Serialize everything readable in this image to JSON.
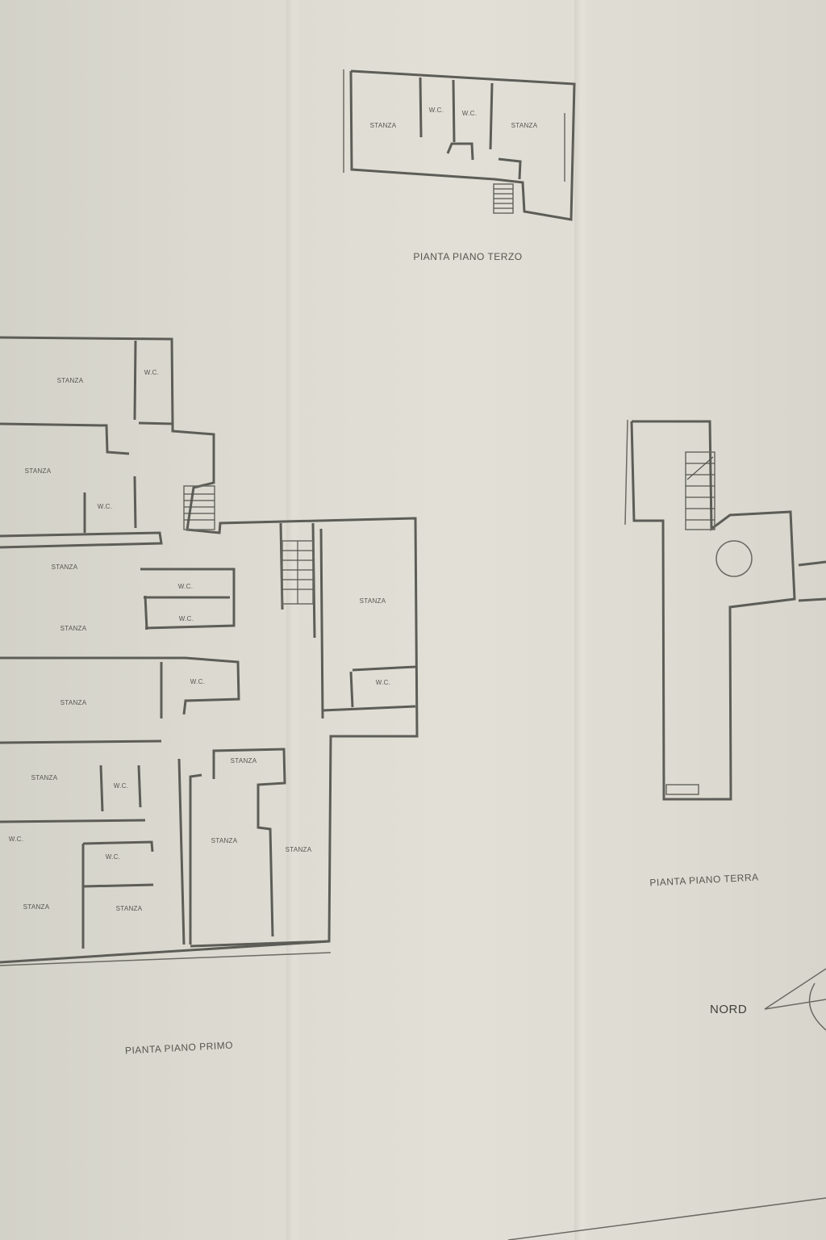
{
  "plans": {
    "terzo": {
      "caption": "PIANTA PIANO TERZO",
      "rooms": {
        "stanza_a": "STANZA",
        "wc_a": "W.C.",
        "wc_b": "W.C.",
        "stanza_b": "STANZA"
      }
    },
    "primo": {
      "caption": "PIANTA PIANO PRIMO",
      "rooms": {
        "stanza_1": "STANZA",
        "wc_1": "W.C.",
        "stanza_2": "STANZA",
        "wc_2": "W.C.",
        "stanza_3": "STANZA",
        "wc_3": "W.C.",
        "stanza_4": "STANZA",
        "wc_4": "W.C.",
        "stanza_5": "STANZA",
        "wc_5": "W.C.",
        "stanza_6": "STANZA",
        "wc_6": "W.C.",
        "wc_7": "W.C.",
        "stanza_7": "STANZA",
        "stanza_8": "STANZA",
        "wc_8": "W.C.",
        "stanza_9": "STANZA",
        "stanza_10": "STANZA",
        "stanza_11": "STANZA",
        "wc_9": "W.C.",
        "stanza_12": "STANZA"
      }
    },
    "terra": {
      "caption": "PIANTA PIANO TERRA"
    }
  },
  "north_label": "NORD"
}
